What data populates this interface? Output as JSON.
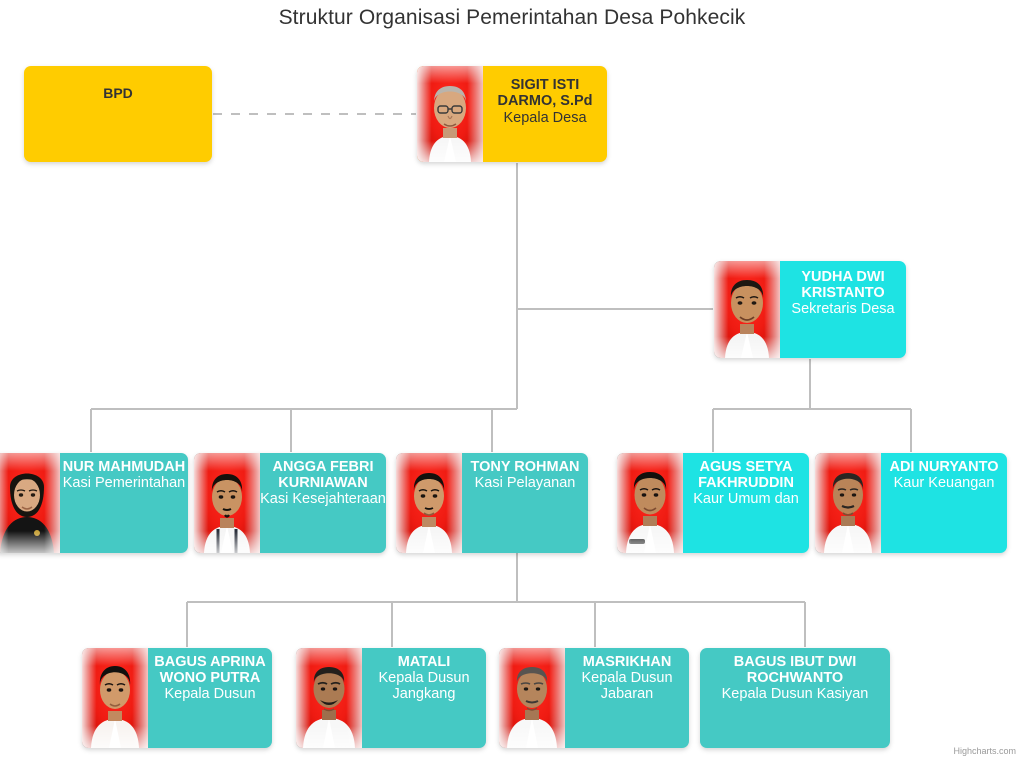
{
  "chart": {
    "title": "Struktur Organisasi Pemerintahan Desa Pohkecik",
    "credits": "Highcharts.com",
    "type": "organization",
    "colors": {
      "gold": "#FFCC00",
      "cyan_bright": "#1EE3E3",
      "teal": "#45C9C4",
      "connector": "#BFBFBF",
      "title_text": "#333333",
      "photo_backdrop": "#EF1B12"
    }
  },
  "nodes": {
    "bpd": {
      "name": "BPD",
      "title": "",
      "variant": "gold",
      "has_photo": false
    },
    "kepala_desa": {
      "name": "SIGIT ISTI DARMO, S.Pd",
      "title": "Kepala Desa",
      "variant": "gold",
      "has_photo": true
    },
    "sekretaris": {
      "name": "YUDHA DWI KRISTANTO",
      "title": "Sekretaris Desa",
      "variant": "cyan_bright",
      "has_photo": true
    },
    "kasi_pemerintahan": {
      "name": "NUR MAHMUDAH",
      "title": "Kasi Pemerintahan",
      "variant": "teal",
      "has_photo": true
    },
    "kasi_kesejahteraan": {
      "name": "ANGGA FEBRI KURNIAWAN",
      "title": "Kasi Kesejahteraan",
      "variant": "teal",
      "has_photo": true
    },
    "kasi_pelayanan": {
      "name": "TONY ROHMAN",
      "title": "Kasi Pelayanan",
      "variant": "teal",
      "has_photo": true
    },
    "kaur_umum": {
      "name": "AGUS SETYA FAKHRUDDIN",
      "title": "Kaur Umum dan",
      "variant": "cyan_bright",
      "has_photo": true
    },
    "kaur_keuangan": {
      "name": "ADI NURYANTO",
      "title": "Kaur Keuangan",
      "variant": "cyan_bright",
      "has_photo": true
    },
    "dusun_1": {
      "name": "BAGUS APRINA WONO PUTRA",
      "title": "Kepala Dusun",
      "variant": "teal",
      "has_photo": true
    },
    "dusun_2": {
      "name": "MATALI",
      "title": "Kepala Dusun Jangkang",
      "variant": "teal",
      "has_photo": true
    },
    "dusun_3": {
      "name": "MASRIKHAN",
      "title": "Kepala Dusun Jabaran",
      "variant": "teal",
      "has_photo": true
    },
    "dusun_4": {
      "name": "BAGUS IBUT DWI ROCHWANTO",
      "title": "Kepala Dusun Kasiyan",
      "variant": "teal",
      "has_photo": false
    }
  }
}
